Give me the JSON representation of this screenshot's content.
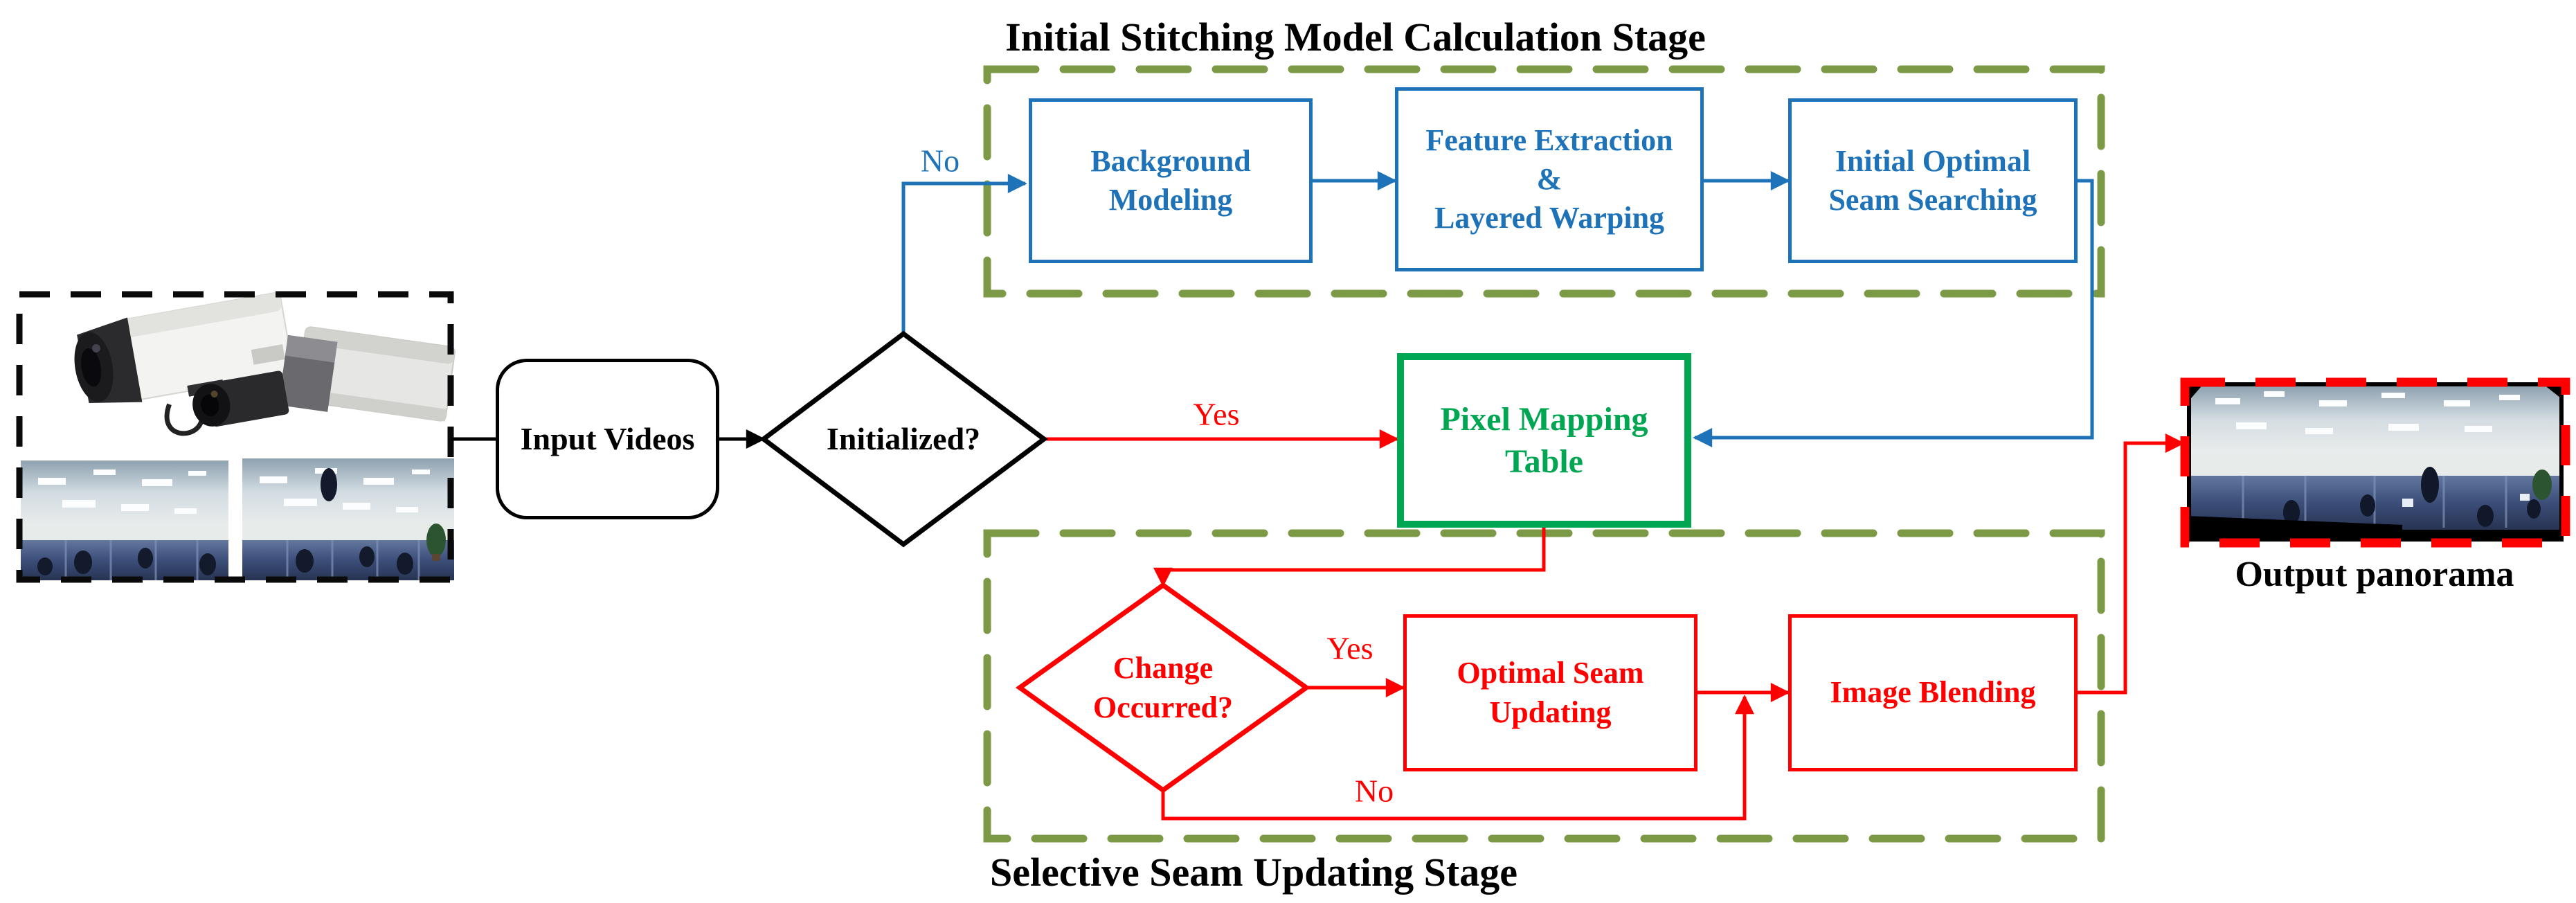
{
  "diagram": {
    "stages": {
      "top": {
        "title": "Initial Stitching Model Calculation Stage"
      },
      "bottom": {
        "title": "Selective Seam Updating Stage"
      }
    },
    "nodes": {
      "input_videos": {
        "label": "Input Videos"
      },
      "initialized": {
        "label": "Initialized?"
      },
      "background_modeling": {
        "lines": [
          "Background",
          "Modeling"
        ]
      },
      "feature_extraction": {
        "lines": [
          "Feature Extraction",
          "&",
          "Layered Warping"
        ]
      },
      "initial_seam": {
        "lines": [
          "Initial Optimal",
          "Seam Searching"
        ]
      },
      "pixel_mapping": {
        "lines": [
          "Pixel Mapping",
          "Table"
        ]
      },
      "change_occurred": {
        "lines": [
          "Change",
          "Occurred?"
        ]
      },
      "optimal_seam": {
        "lines": [
          "Optimal Seam",
          "Updating"
        ]
      },
      "image_blending": {
        "lines": [
          "Image Blending"
        ]
      }
    },
    "edge_labels": {
      "no_top": "No",
      "yes_mid": "Yes",
      "yes_bottom": "Yes",
      "no_bottom": "No"
    },
    "output_label": "Output panorama",
    "colors": {
      "flow_blue": "#1D72B8",
      "flow_red": "#FE0000",
      "table_green": "#00A651",
      "stage_olive": "#7C9A45",
      "line_black": "#000000"
    }
  }
}
